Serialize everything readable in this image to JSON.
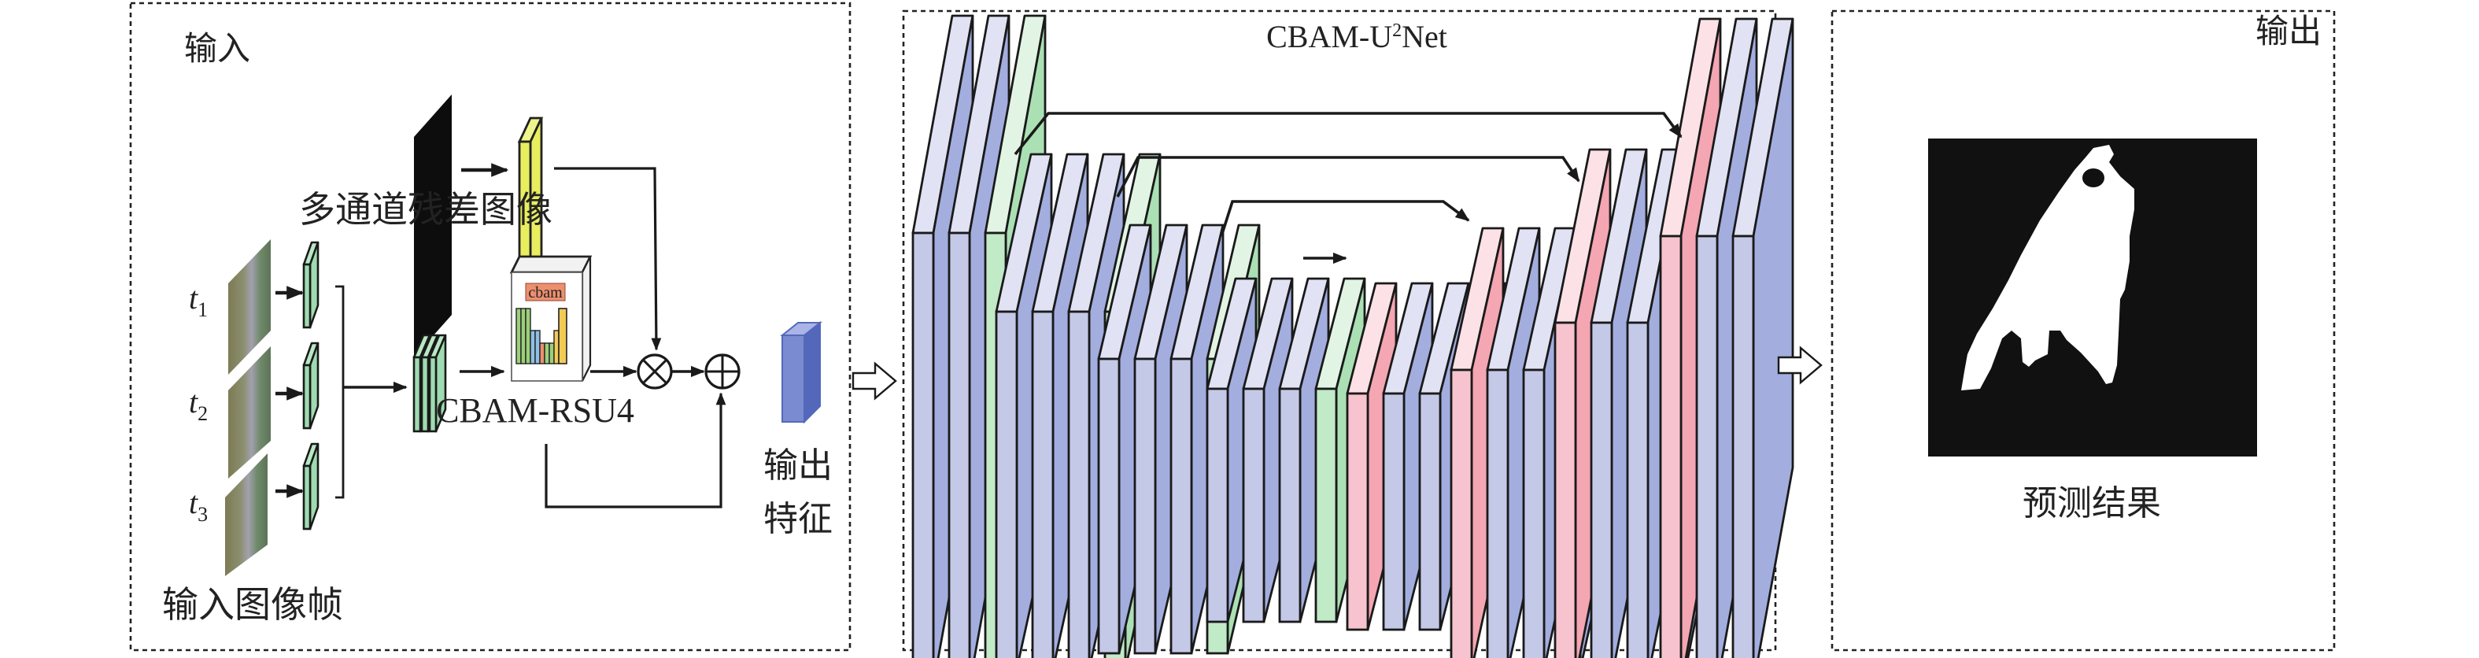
{
  "panels": {
    "input": {
      "title": "输入",
      "residual_label": "多通道残差图像",
      "frames_label": "输入图像帧",
      "frame_labels": [
        {
          "base": "t",
          "sub": "1"
        },
        {
          "base": "t",
          "sub": "2"
        },
        {
          "base": "t",
          "sub": "3"
        }
      ],
      "module_label": "CBAM-RSU4",
      "module_inner_label": "cbam",
      "feature_label_line1": "输出",
      "feature_label_line2": "特征",
      "multiply_symbol": "⊗",
      "add_symbol": "⊕"
    },
    "network": {
      "title_prefix": "CBAM-U",
      "title_sup": "2",
      "title_suffix": "Net"
    },
    "output": {
      "title": "输出",
      "result_label": "预测结果"
    }
  },
  "colors": {
    "encoder_blue": "#c5c9e8",
    "encoder_blue_side": "#a3aedf",
    "encoder_blue_top": "#e1e3f4",
    "green": "#abe0b4",
    "green_front": "#c1eac7",
    "green_top": "#e2f5e4",
    "pink": "#f7c3cf",
    "pink_side": "#f4a6b3",
    "pink_top": "#fce2e7",
    "yellow": "#e8ee5e",
    "feature_blue": "#5468bb",
    "feature_blue_front": "#7b8bd1",
    "feature_blue_top": "#aab4e6",
    "cbam_orange": "#ec8f6e",
    "mask_bg": "#111111"
  },
  "network_structure": {
    "encoder_stages": [
      {
        "blue_layers": 2,
        "green_layers": 1
      },
      {
        "blue_layers": 3,
        "green_layers": 1
      },
      {
        "blue_layers": 3,
        "green_layers": 1
      },
      {
        "blue_layers": 3,
        "green_layers": 1
      }
    ],
    "decoder_stages": [
      {
        "pink_layers": 1,
        "blue_layers": 3
      },
      {
        "pink_layers": 1,
        "blue_layers": 3
      },
      {
        "pink_layers": 1,
        "blue_layers": 3
      },
      {
        "pink_layers": 1,
        "blue_layers": 2
      }
    ],
    "skip_connections": 3
  }
}
